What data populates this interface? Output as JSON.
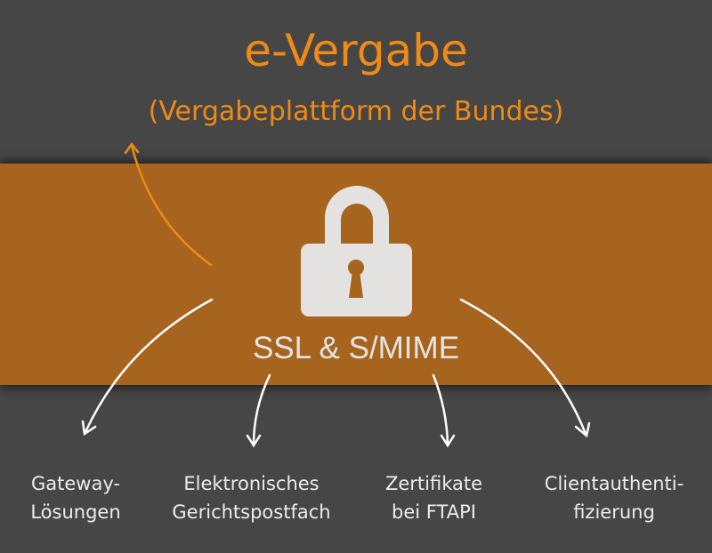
{
  "header": {
    "title": "e-Vergabe",
    "subtitle": "(Vergabeplattform der Bundes)"
  },
  "center": {
    "icon": "padlock-icon",
    "label": "SSL & S/MIME"
  },
  "items": [
    {
      "line1": "Gateway-",
      "line2": "Lösungen"
    },
    {
      "line1": "Elektronisches",
      "line2": "Gerichtspostfach"
    },
    {
      "line1": "Zertifikate",
      "line2": "bei FTAPI"
    },
    {
      "line1": "Clientauthenti-",
      "line2": "fizierung"
    }
  ],
  "colors": {
    "accent": "#f08a14",
    "band": "#a6641f",
    "background": "#464646"
  }
}
